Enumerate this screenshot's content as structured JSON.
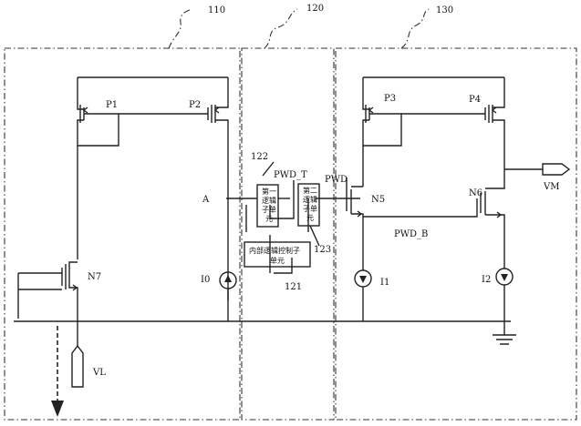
{
  "blocks": {
    "b110": "110",
    "b120": "120",
    "b130": "130"
  },
  "transistors": {
    "p1": "P1",
    "p2": "P2",
    "p3": "P3",
    "p4": "P4",
    "n5": "N5",
    "n6": "N6",
    "n7": "N7"
  },
  "sources": {
    "i0": "I0",
    "i1": "I1",
    "i2": "I2"
  },
  "nodes": {
    "a": "A",
    "pwd_t": "PWD_T",
    "pwd": "PWD",
    "pwd_b": "PWD_B",
    "vm": "VM",
    "vl": "VL"
  },
  "units": {
    "u122": "122",
    "u123": "123",
    "u121": "121",
    "first_logic": [
      "第",
      "一",
      "逻",
      "辑",
      "子",
      "单",
      "元"
    ],
    "second_logic": [
      "第",
      "二",
      "逻",
      "辑",
      "子",
      "单",
      "元"
    ],
    "internal_logic_line1": "内部逻辑控制子",
    "internal_logic_line2": "单元"
  }
}
